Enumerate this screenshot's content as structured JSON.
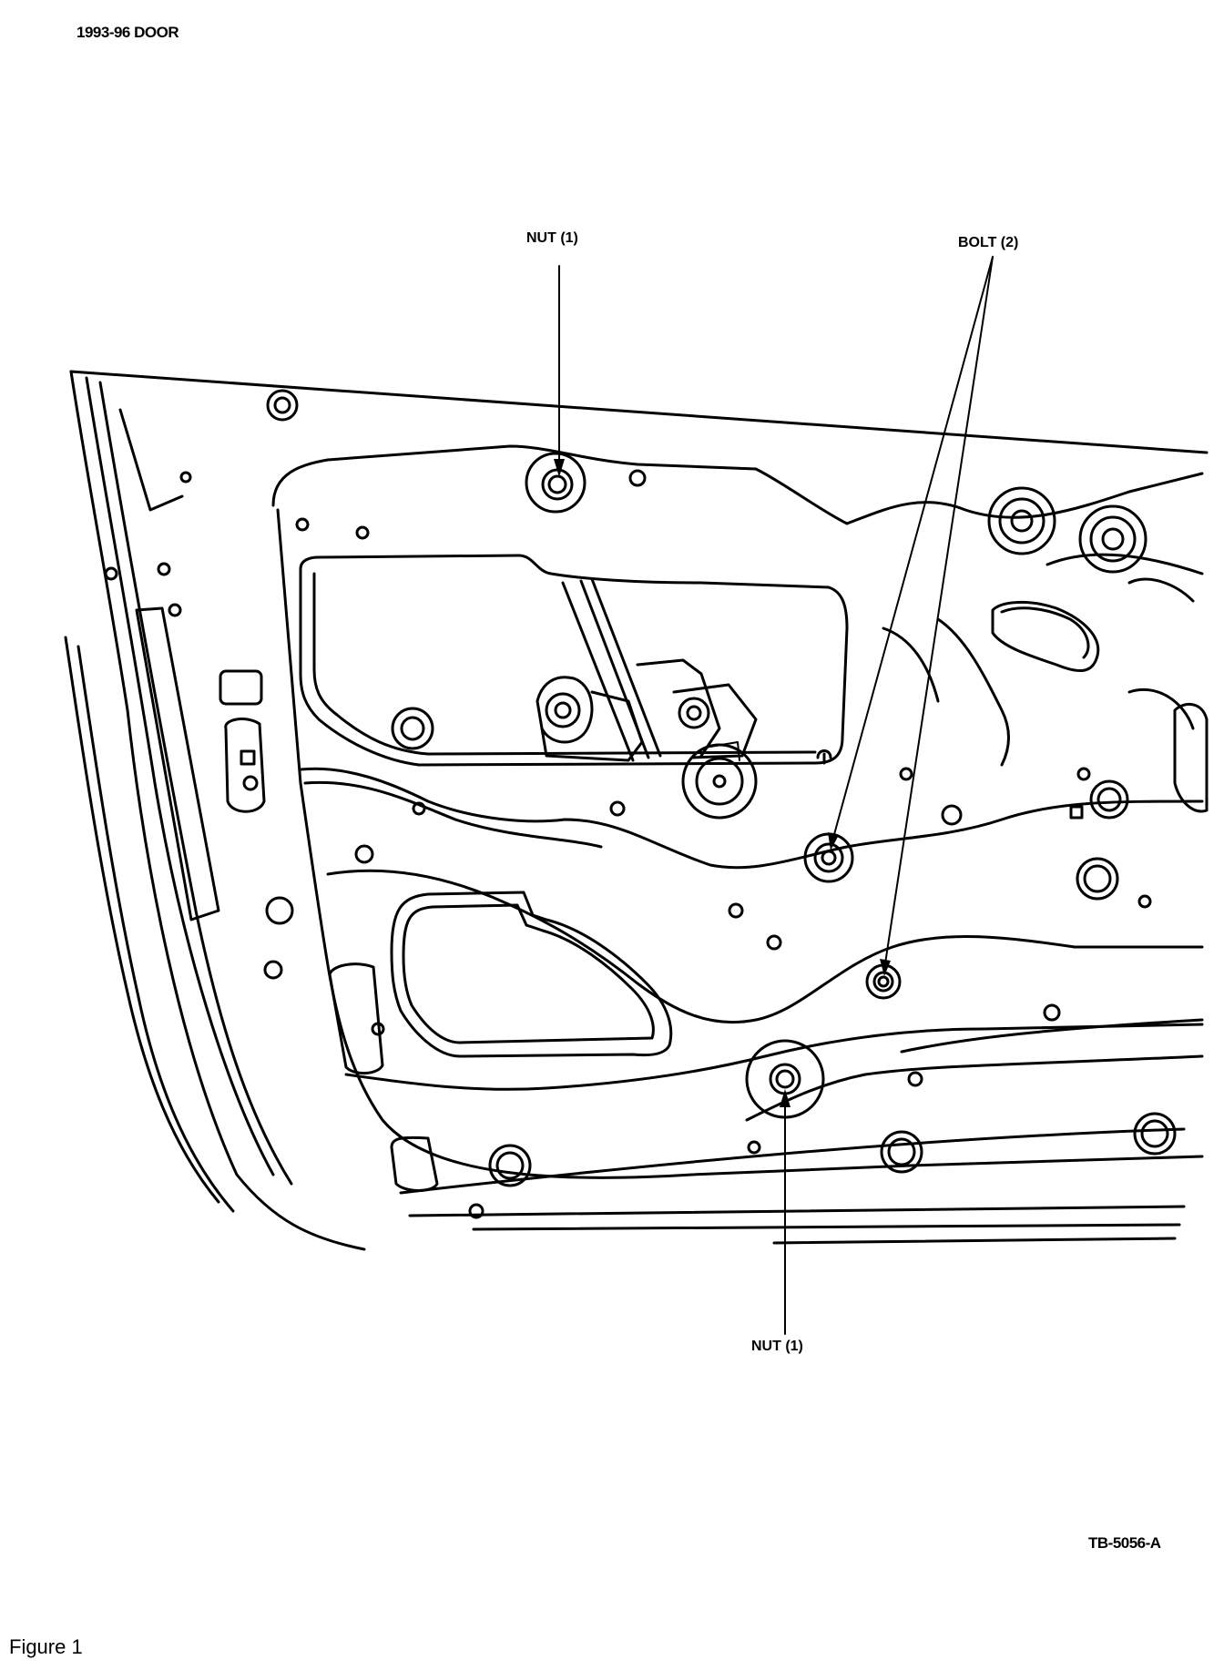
{
  "header": "1993-96 DOOR",
  "callouts": {
    "nut_top": "NUT (1)",
    "bolt": "BOLT (2)",
    "nut_bottom": "NUT (1)"
  },
  "drawing_code": "TB-5056-A",
  "caption": "Figure 1"
}
